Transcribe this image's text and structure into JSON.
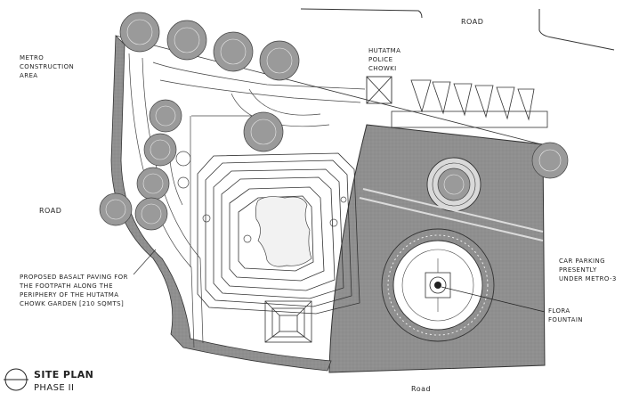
{
  "labels": {
    "road_top": "ROAD",
    "metro_construction": [
      "METRO",
      "CONSTRUCTION",
      "AREA"
    ],
    "police_chowki": [
      "HUTATMA",
      "POLICE",
      "CHOWKI"
    ],
    "road_left": "ROAD",
    "basalt_paving": [
      "PROPOSED BASALT PAVING FOR",
      "THE FOOTPATH ALONG THE",
      "PERIPHERY OF THE HUTATMA",
      "CHOWK GARDEN [210 SQMTS]"
    ],
    "car_parking": [
      "CAR PARKING",
      "PRESENTLY",
      "UNDER METRO-3"
    ],
    "flora_fountain": [
      "FLORA",
      "FOUNTAIN"
    ],
    "road_bottom": "Road"
  },
  "title_block": {
    "title": "SITE PLAN",
    "subtitle": "PHASE II"
  },
  "colors": {
    "line": "#333333",
    "paving": "#8f8f8f",
    "paving_dark": "#7a7a7a",
    "tree": "#555555"
  }
}
